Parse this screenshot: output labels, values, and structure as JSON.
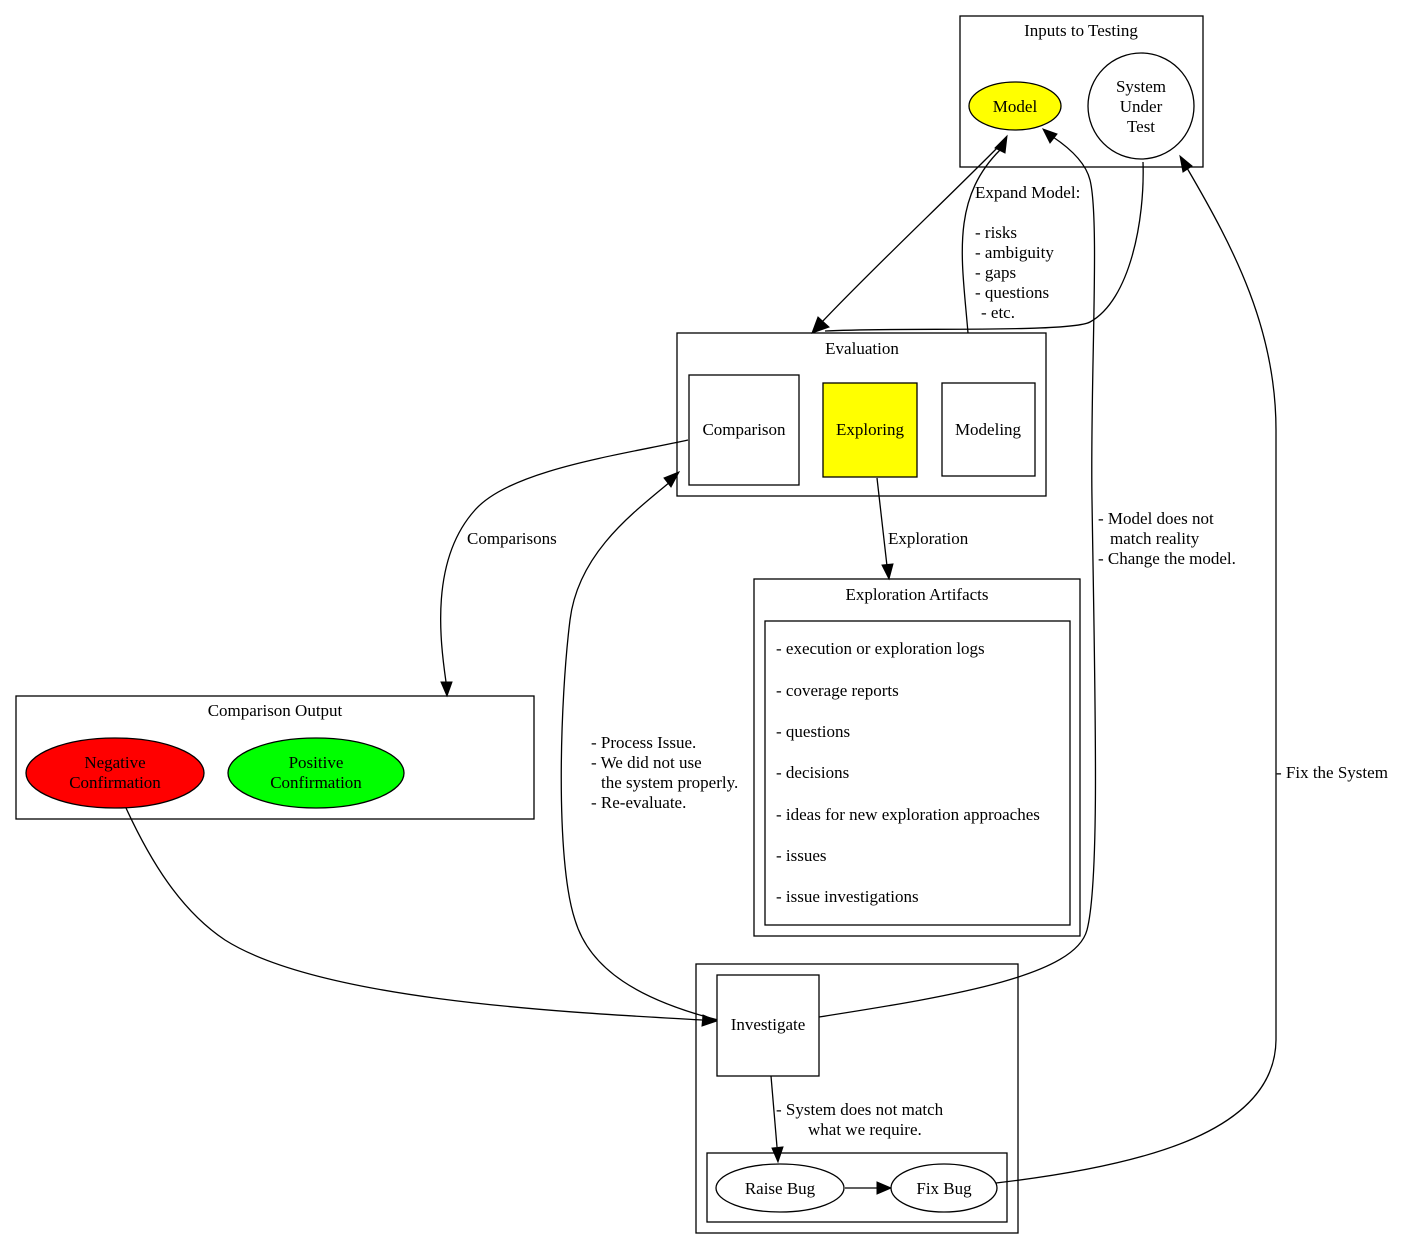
{
  "clusters": {
    "inputs": "Inputs to Testing",
    "evaluation": "Evaluation",
    "artifacts": "Exploration Artifacts",
    "comparison_output": "Comparison Output"
  },
  "nodes": {
    "model": "Model",
    "sut": [
      "System",
      "Under",
      "Test"
    ],
    "comparison": "Comparison",
    "exploring": "Exploring",
    "modeling": "Modeling",
    "negative": [
      "Negative",
      "Confirmation"
    ],
    "positive": [
      "Positive",
      "Confirmation"
    ],
    "investigate": "Investigate",
    "raise_bug": "Raise Bug",
    "fix_bug": "Fix Bug"
  },
  "artifacts": [
    "- execution or exploration logs",
    "- coverage reports",
    "- questions",
    "- decisions",
    "- ideas for new exploration approaches",
    "- issues",
    "- issue investigations"
  ],
  "edge_labels": {
    "expand_model": [
      "Expand Model:",
      "",
      "- risks",
      "- ambiguity",
      "- gaps",
      "- questions",
      "- etc."
    ],
    "comparisons": "Comparisons",
    "exploration": "Exploration",
    "model_mismatch": [
      "- Model does not",
      "match reality",
      "- Change the model."
    ],
    "process_issue": [
      "- Process Issue.",
      "- We did not use",
      "the system properly.",
      "- Re-evaluate."
    ],
    "fix_system": "- Fix the System",
    "system_mismatch": [
      "- System does not match",
      "what we require."
    ]
  },
  "colors": {
    "model_fill": "#ffff00",
    "exploring_fill": "#ffff00",
    "negative_fill": "#ff0000",
    "positive_fill": "#00ff00",
    "default_fill": "#ffffff",
    "line": "#000000"
  }
}
